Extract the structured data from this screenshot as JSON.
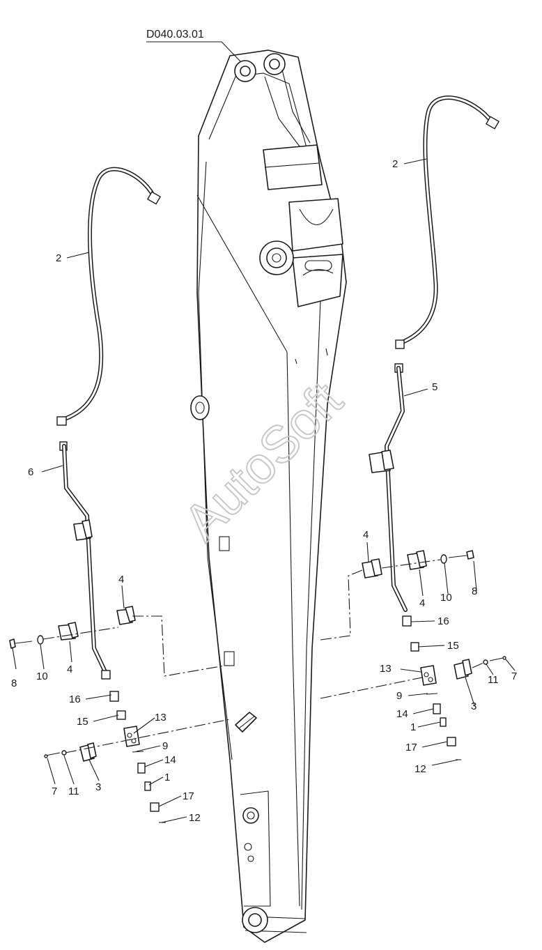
{
  "drawing": {
    "code": "D040.03.01",
    "watermark": "AutoSoft"
  },
  "callouts": [
    "1",
    "2",
    "3",
    "4",
    "5",
    "6",
    "7",
    "8",
    "9",
    "10",
    "11",
    "12",
    "13",
    "14",
    "15",
    "16",
    "17"
  ],
  "colors": {
    "line": "#1a1a1a",
    "background": "#ffffff",
    "watermark": "#c8c8c8"
  }
}
